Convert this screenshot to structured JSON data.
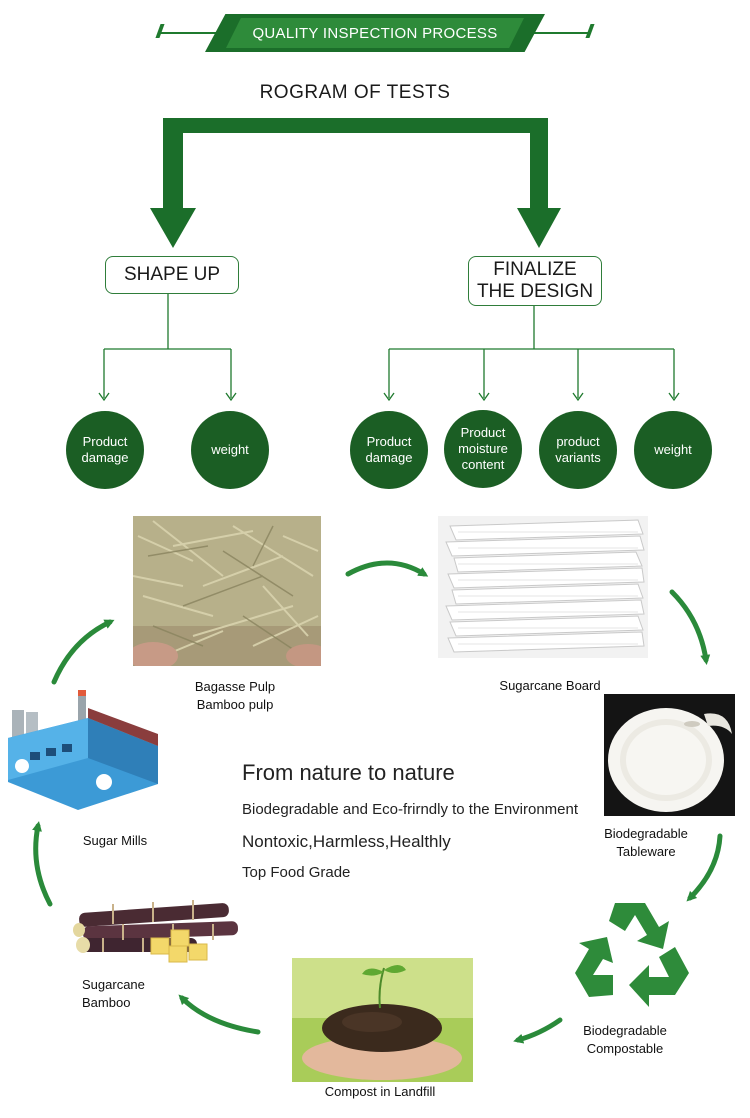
{
  "header": {
    "title": "QUALITY INSPECTION PROCESS"
  },
  "subtitle": "ROGRAM OF TESTS",
  "branches": [
    {
      "label": "SHAPE UP",
      "tests": [
        "Product damage",
        "weight"
      ]
    },
    {
      "label": "FINALIZE THE DESIGN",
      "label_line1": "FINALIZE",
      "label_line2": "THE DESIGN",
      "tests": [
        "Product damage",
        "Product moisture content",
        "product variants",
        "weight"
      ]
    }
  ],
  "cycle": {
    "bagasse": {
      "line1": "Bagasse Pulp",
      "line2": "Bamboo pulp"
    },
    "board": "Sugarcane Board",
    "tableware": {
      "line1": "Biodegradable",
      "line2": "Tableware"
    },
    "compostable": {
      "line1": "Biodegradable",
      "line2": "Compostable"
    },
    "landfill": "Compost in Landfill",
    "sugarcane": {
      "line1": "Sugarcane",
      "line2": "Bamboo"
    },
    "mills": "Sugar Mills"
  },
  "center": {
    "heading": "From nature to nature",
    "lines": [
      "Biodegradable and Eco-frirndly to the Environment",
      "Nontoxic,Harmless,Healthly",
      "Top Food Grade"
    ]
  },
  "colors": {
    "dark_green": "#1b5e24",
    "banner_green": "#2e8b3a",
    "arrow_green": "#2a8a3a"
  }
}
